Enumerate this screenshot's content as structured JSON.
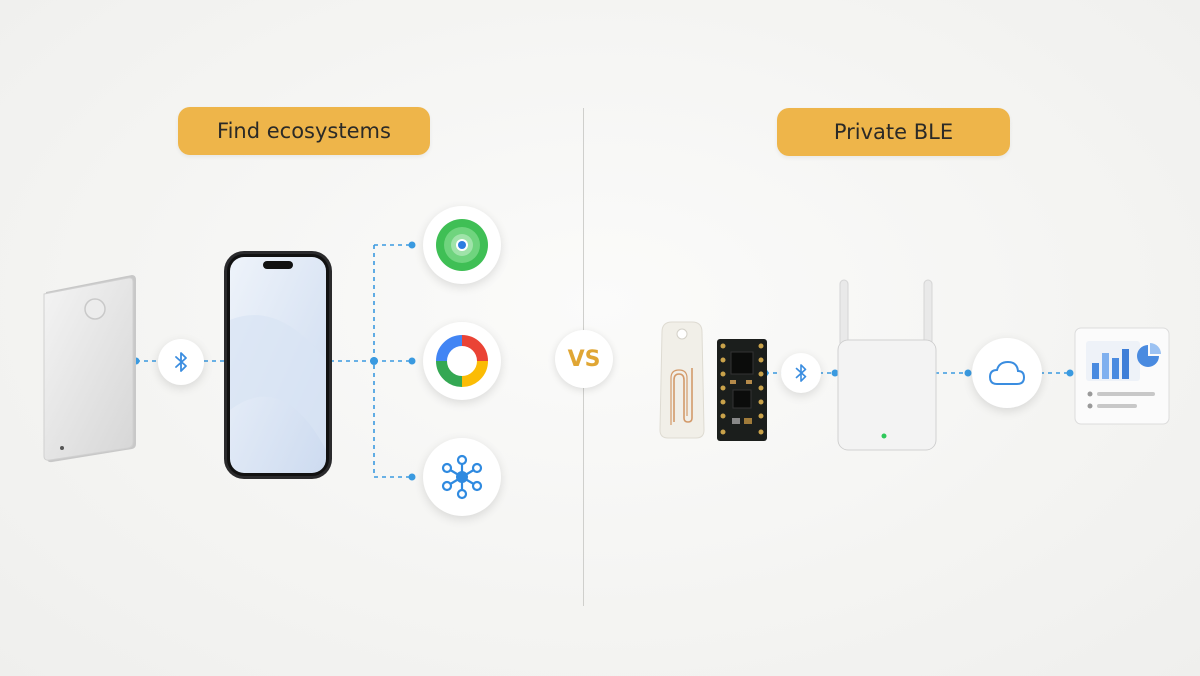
{
  "left_section": {
    "title": "Find ecosystems"
  },
  "right_section": {
    "title": "Private BLE"
  },
  "comparison_label": "VS",
  "icons": {
    "tag_card": "tracker-card-icon",
    "bluetooth": "bluetooth-icon",
    "phone": "smartphone-icon",
    "find_my": "apple-find-my-icon",
    "find_hub": "google-find-hub-icon",
    "network": "mesh-network-icon",
    "beacon_tag": "ble-beacon-tag-icon",
    "ble_module": "ble-module-board-icon",
    "gateway": "ble-gateway-icon",
    "cloud": "cloud-icon",
    "dashboard": "analytics-dashboard-icon"
  },
  "colors": {
    "pill_fill": "#eeb54a",
    "vs_text": "#e0a634",
    "connector": "#3a9ae0",
    "divider": "#cfcfcc"
  }
}
